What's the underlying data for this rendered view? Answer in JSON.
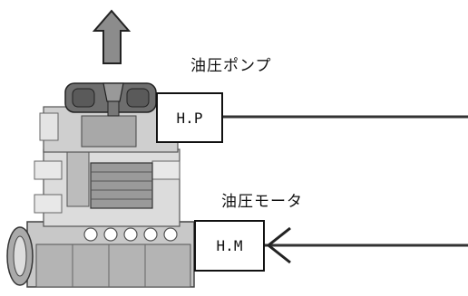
{
  "labels": {
    "pump_label": "油圧ポンプ",
    "motor_label": "油圧モータ"
  },
  "boxes": {
    "hp": "H.P",
    "hm": "H.M"
  },
  "colors": {
    "line": "#333333",
    "arrow_fill": "#8c8c8c",
    "machine_dark": "#5a5a5a",
    "machine_mid": "#9a9a9a",
    "machine_light": "#d8d8d8"
  }
}
